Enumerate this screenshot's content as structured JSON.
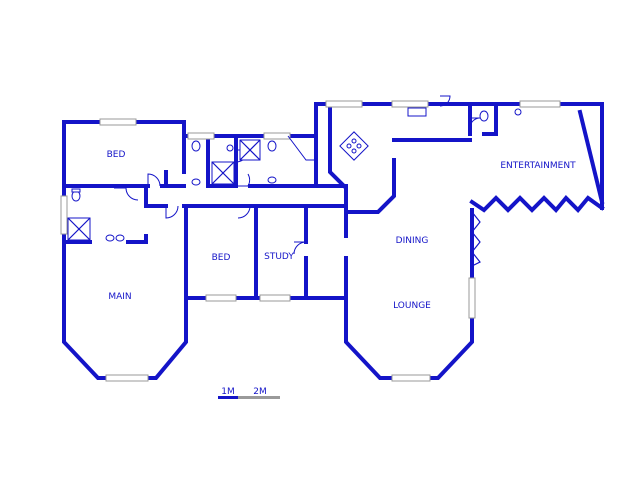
{
  "rooms": {
    "bed_1": "BED",
    "bed_2": "BED",
    "main": "MAIN",
    "study": "STUDY",
    "dining": "DINING",
    "lounge": "LOUNGE",
    "entertainment": "ENTERTAINMENT"
  },
  "scale": {
    "one": "1M",
    "two": "2M"
  },
  "colors": {
    "wall": "#1414c8",
    "window": "#9a9a9a",
    "background": "#ffffff"
  }
}
